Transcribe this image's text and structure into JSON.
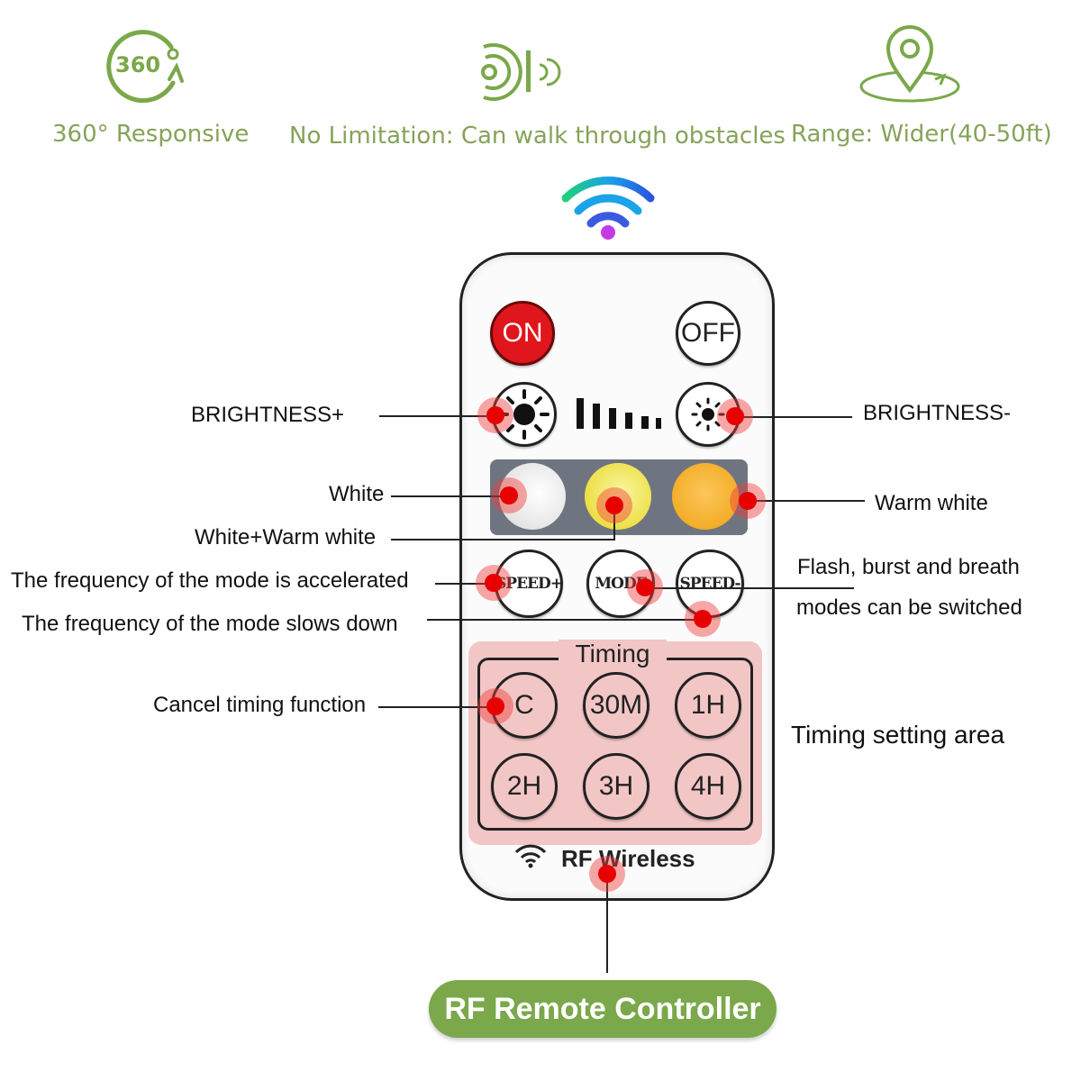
{
  "features": [
    {
      "icon": "rotate-360-icon",
      "icon_text": "360",
      "label": "360° Responsive"
    },
    {
      "icon": "signal-through-wall-icon",
      "label": "No Limitation: Can walk through obstacles"
    },
    {
      "icon": "location-pin-icon",
      "label": "Range: Wider(40-50ft)"
    }
  ],
  "remote": {
    "on_label": "ON",
    "off_label": "OFF",
    "speed_plus_label": "SPEED+",
    "mode_label": "MODE",
    "speed_minus_label": "SPEED-",
    "timing_title": "Timing",
    "timing_buttons": [
      "C",
      "30M",
      "1H",
      "2H",
      "3H",
      "4H"
    ],
    "footer_label": "RF Wireless"
  },
  "callouts": {
    "brightness_plus": "BRIGHTNESS+",
    "brightness_minus": "BRIGHTNESS-",
    "white": "White",
    "white_warm": "White+Warm white",
    "warm_white": "Warm white",
    "freq_accelerated": "The frequency of the mode is accelerated",
    "freq_slows": "The frequency of the mode slows down",
    "flash_line1": "Flash, burst and breath",
    "flash_line2": "modes can be switched",
    "cancel_timing": "Cancel timing function",
    "timing_area": "Timing setting area"
  },
  "badge_label": "RF Remote Controller",
  "colors": {
    "accent_green": "#7aa84a",
    "on_red": "#e0161d",
    "marker_red": "#e60000",
    "white_swatch": "#eeeeee",
    "white_warm_swatch": "#f2e94c",
    "warm_white_swatch": "#f6b323",
    "timing_bg": "#f3c6c6"
  }
}
